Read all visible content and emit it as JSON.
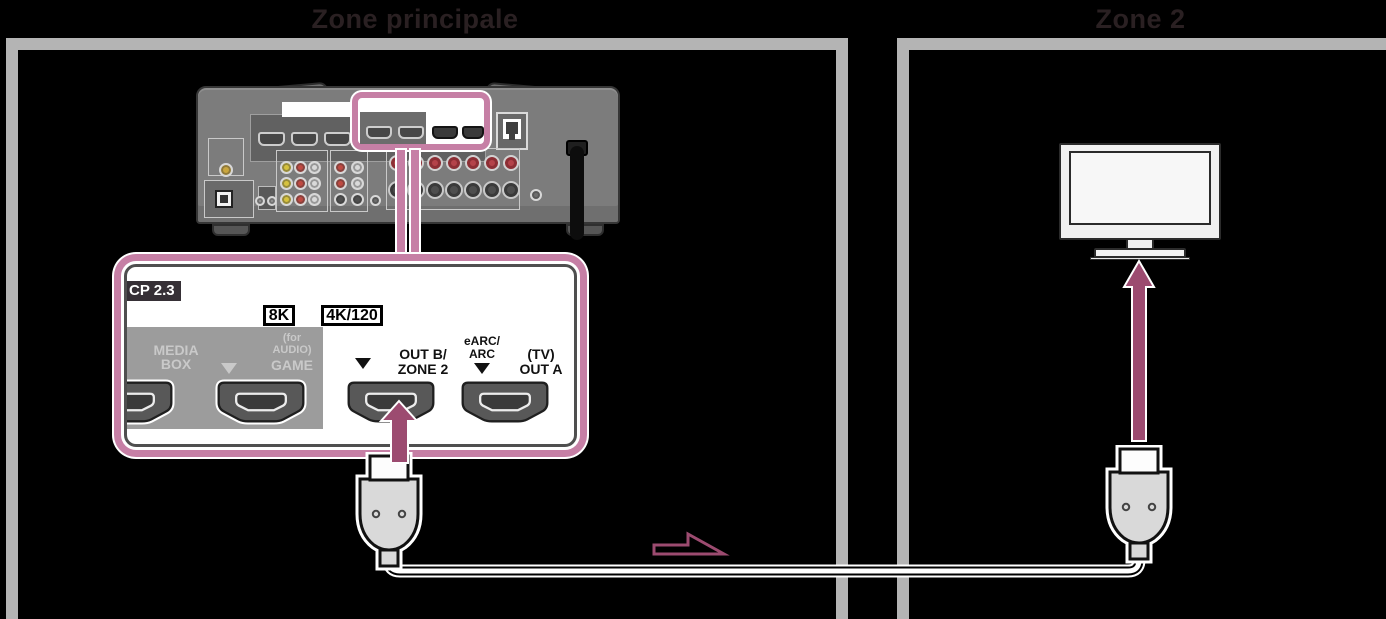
{
  "headers": {
    "main_zone": "Zone principale",
    "zone2": "Zone 2"
  },
  "callout": {
    "hdcp_badge": "CP 2.3",
    "badge_8k": "8K",
    "badge_4k120": "4K/120",
    "media_box": {
      "line1": "MEDIA",
      "line2": "BOX"
    },
    "game": {
      "note_line1": "(for",
      "note_line2": "AUDIO)",
      "label": "GAME"
    },
    "out_b": {
      "line1": "OUT B/",
      "line2": "ZONE 2"
    },
    "earc": {
      "line1": "eARC/",
      "line2": "ARC"
    },
    "out_a": {
      "line1": "(TV)",
      "line2": "OUT A"
    }
  },
  "icons": {
    "gray_down_triangle": "hdmi-port-indicator",
    "black_down_triangle_out_b": "hdmi-port-indicator",
    "black_down_triangle_earc": "hdmi-port-indicator",
    "plum_up_arrow_left": "plug-into-out-b-zone2",
    "plum_up_arrow_right": "plug-into-tv",
    "flow_arrow_outline": "signal-flow-right"
  },
  "colors": {
    "background": "#000000",
    "zone_frame_gray": "#b4b4b4",
    "highlight_pink": "#c67fa5",
    "arrow_plum": "#9c4b70",
    "header_text": "#2a2022",
    "receiver_gray": "#7c7c7c"
  }
}
